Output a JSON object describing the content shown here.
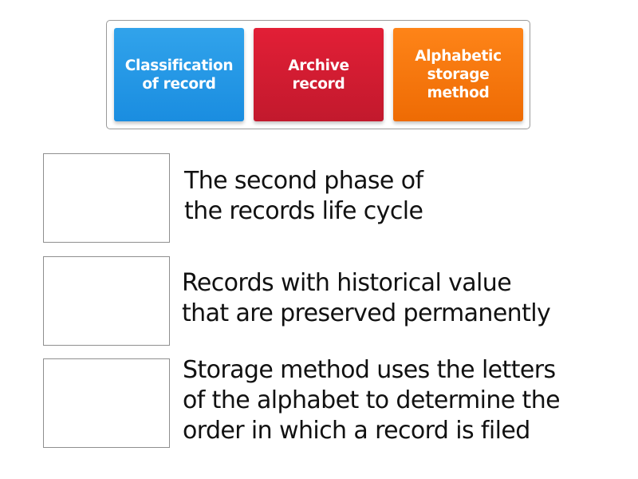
{
  "tiles": [
    {
      "label": "Classification\nof record",
      "color": "#1f95e4"
    },
    {
      "label": "Archive\nrecord",
      "color": "#d41c31"
    },
    {
      "label": "Alphabetic\nstorage\nmethod",
      "color": "#f8790d"
    }
  ],
  "prompts": [
    {
      "text": "The second phase of\nthe records life cycle"
    },
    {
      "text": "Records with historical value\nthat are preserved permanently"
    },
    {
      "text": "Storage method uses the letters\nof the alphabet to determine the\norder in which a record is filed"
    }
  ]
}
